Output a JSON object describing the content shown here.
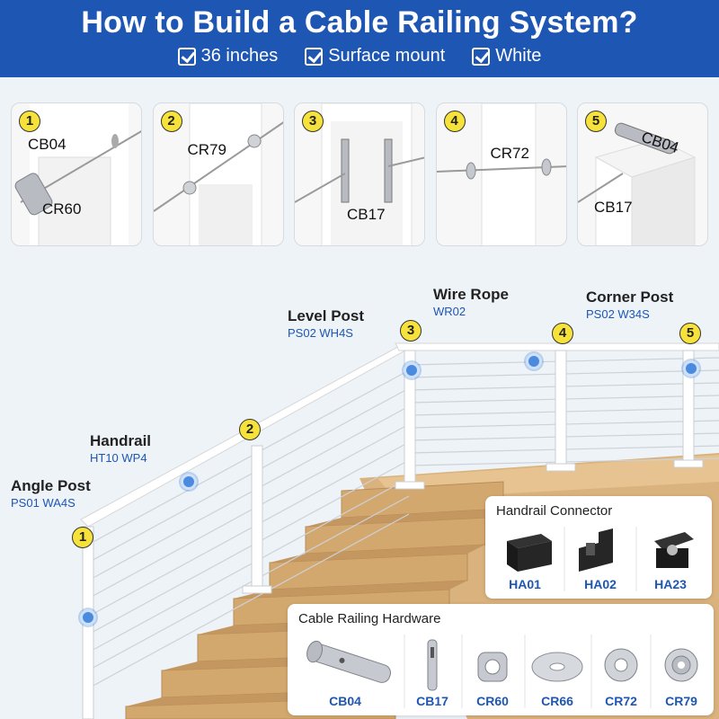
{
  "header": {
    "title": "How to Build a Cable Railing System?",
    "features": [
      "36 inches",
      "Surface mount",
      "White"
    ]
  },
  "steps": [
    {
      "num": "1",
      "labels": [
        "CB04",
        "CR60"
      ]
    },
    {
      "num": "2",
      "labels": [
        "CR79"
      ]
    },
    {
      "num": "3",
      "labels": [
        "CB17"
      ]
    },
    {
      "num": "4",
      "labels": [
        "CR72"
      ]
    },
    {
      "num": "5",
      "labels": [
        "CB04",
        "CB17"
      ]
    }
  ],
  "annotations": {
    "wire_rope": {
      "title": "Wire Rope",
      "code": "WR02"
    },
    "corner_post": {
      "title": "Corner Post",
      "code": "PS02 W34S"
    },
    "level_post": {
      "title": "Level Post",
      "code": "PS02 WH4S"
    },
    "handrail": {
      "title": "Handrail",
      "code": "HT10 WP4"
    },
    "angle_post": {
      "title": "Angle Post",
      "code": "PS01 WA4S"
    }
  },
  "markers": [
    "1",
    "2",
    "3",
    "4",
    "5"
  ],
  "handrail_connector": {
    "title": "Handrail Connector",
    "items": [
      "HA01",
      "HA02",
      "HA23"
    ]
  },
  "hardware": {
    "title": "Cable Railing Hardware",
    "items": [
      "CB04",
      "CB17",
      "CR60",
      "CR66",
      "CR72",
      "CR79"
    ]
  },
  "colors": {
    "brand": "#1e56b4",
    "badge": "#f6e23a",
    "wood": "#d9b27d"
  }
}
